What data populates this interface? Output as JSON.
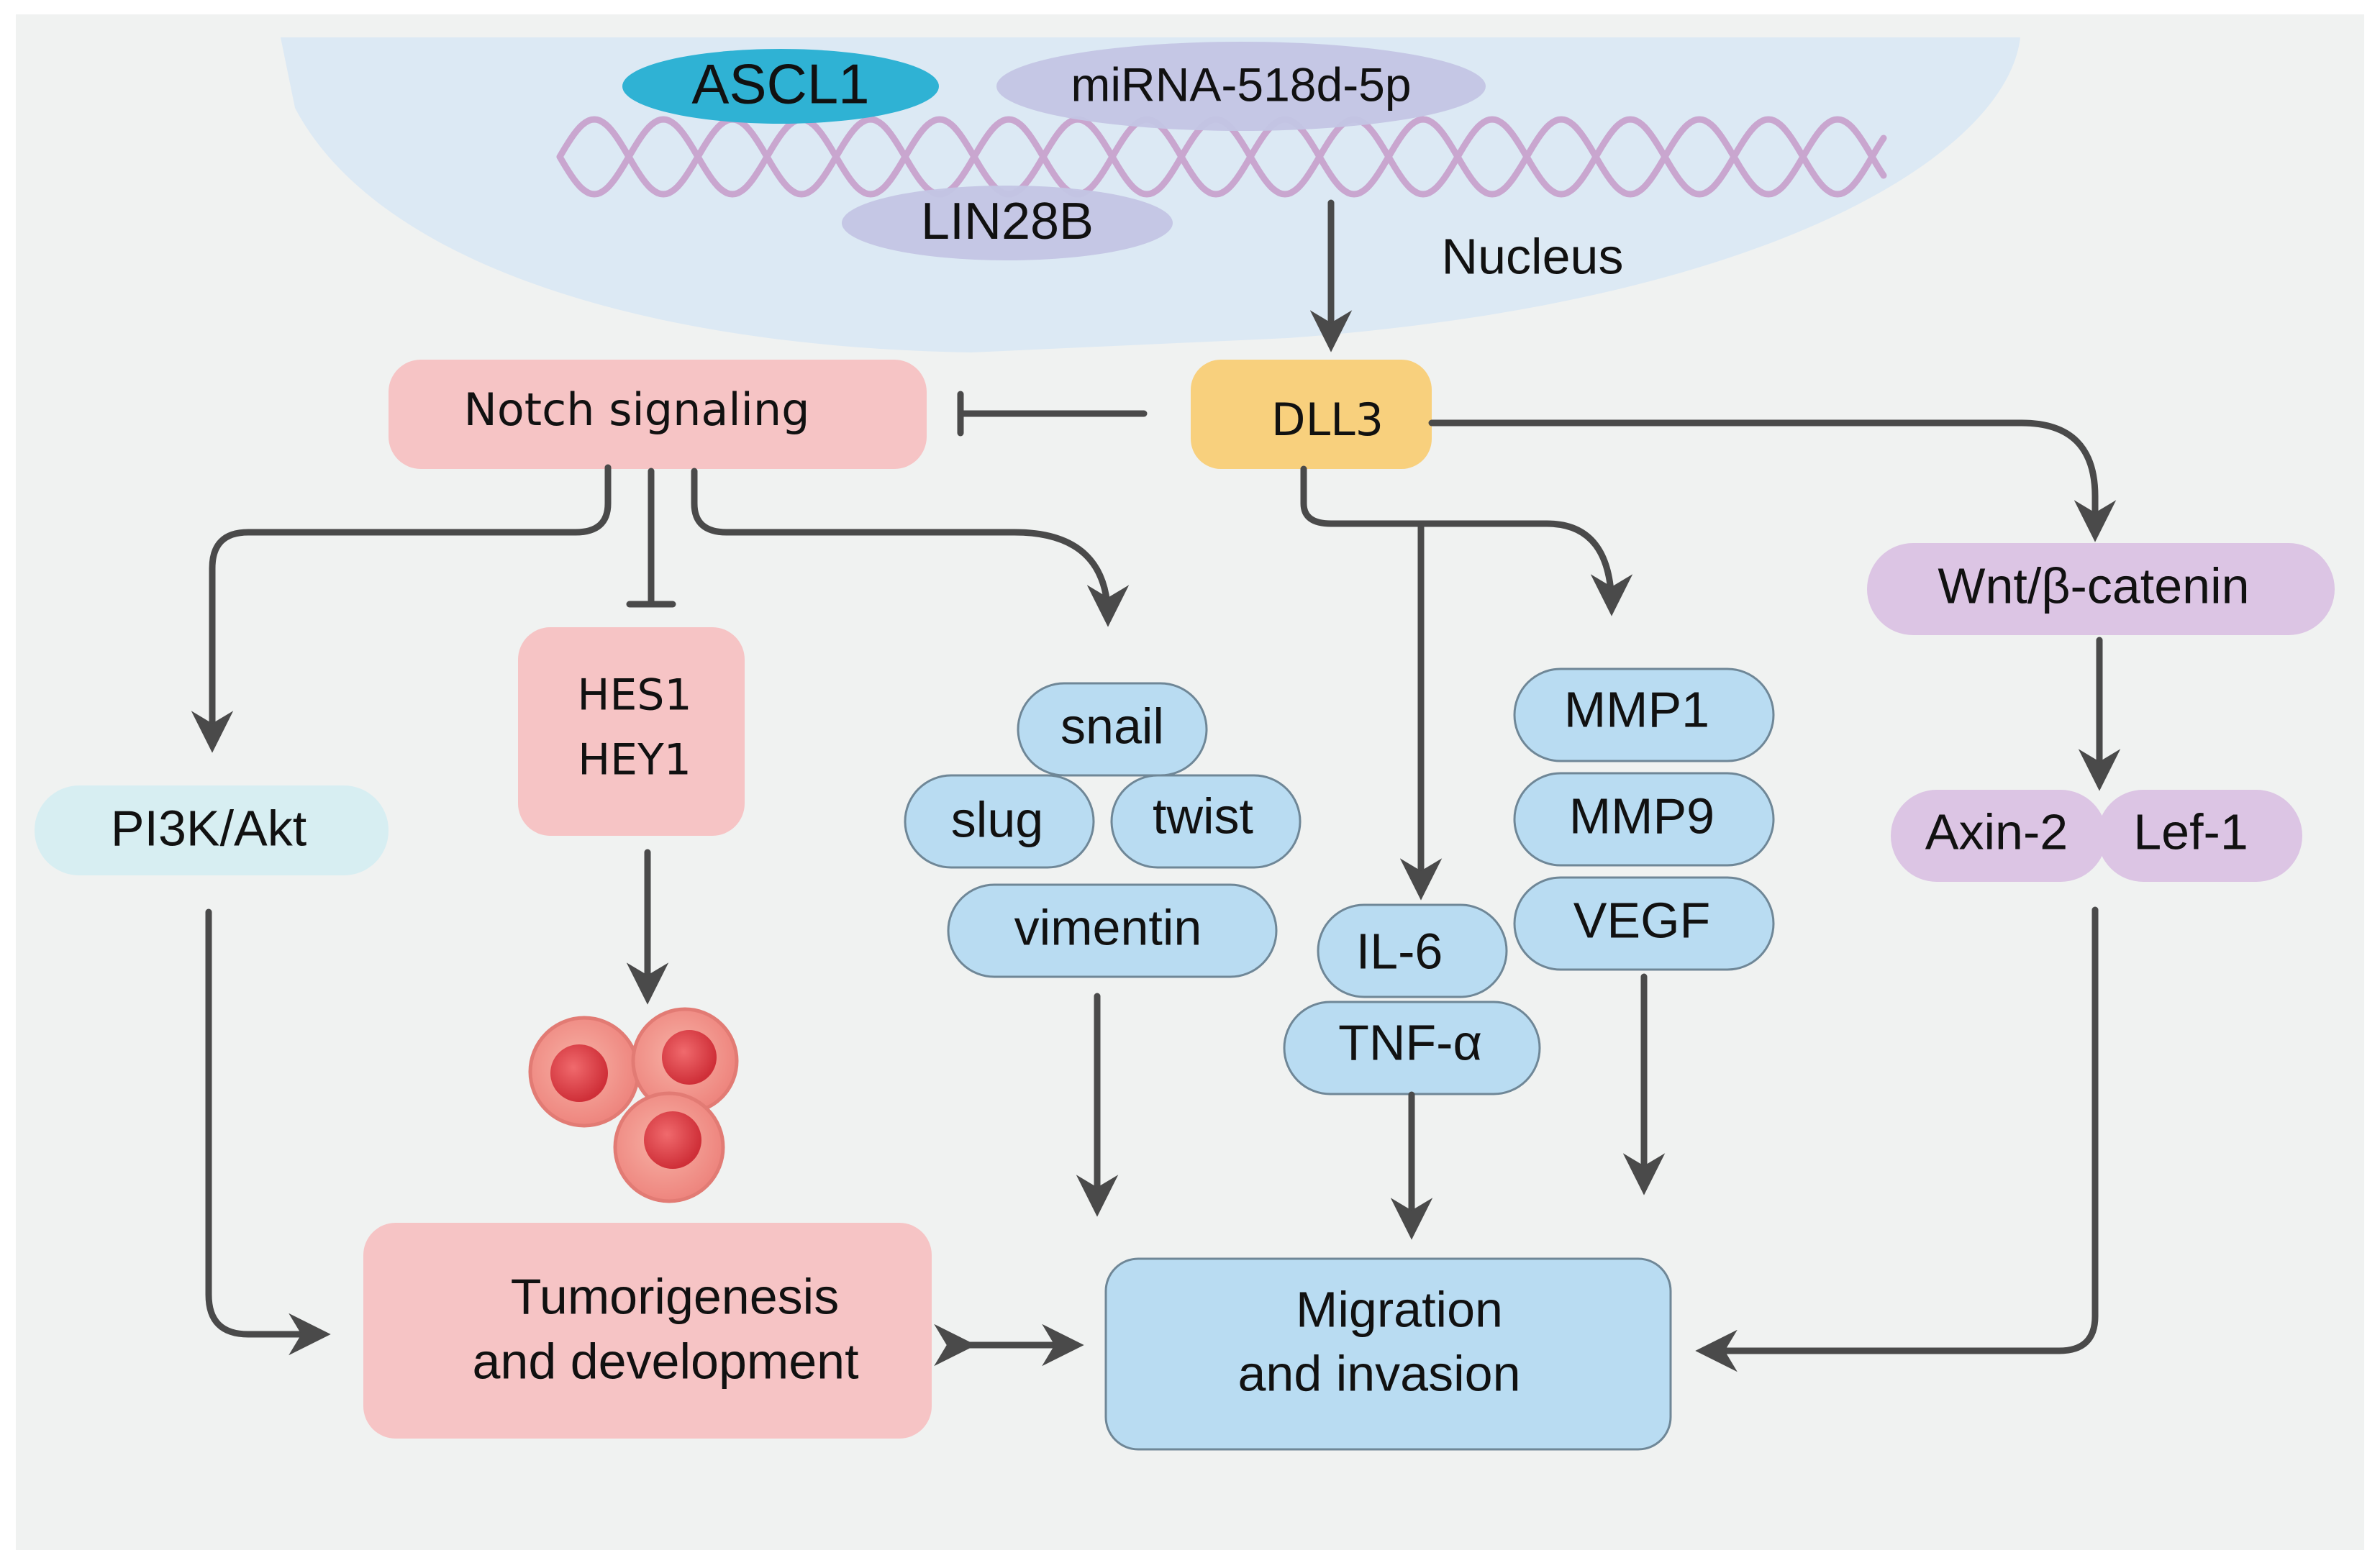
{
  "colors": {
    "background": "#f0f2f1",
    "nucleus": "#dce9f4",
    "dna": "#c9a6cf",
    "ascl1": "#2fb2d4",
    "mirna": "#c3c5e4",
    "lin28b": "#c3c5e4",
    "dll3": "#f8d07d",
    "notch": "#f6c4c5",
    "blue_node": "#b9dcf2",
    "blue_node_stroke": "#6f8797",
    "pi3k": "#d7eef2",
    "purple_node": "#dcc5e4",
    "arrow": "#4a4a4a",
    "cell_outer": "#f08f8a",
    "cell_inner": "#e0474d"
  },
  "nodes": {
    "ascl1": "ASCL1",
    "mirna": "miRNA-518d-5p",
    "lin28b": "LIN28B",
    "nucleus": "Nucleus",
    "dll3": "DLL3",
    "notch": "Notch signaling",
    "pi3k": "PI3K/Akt",
    "hes1": "HES1",
    "hey1": "HEY1",
    "snail": "snail",
    "slug": "slug",
    "twist": "twist",
    "vimentin": "vimentin",
    "il6": "IL-6",
    "tnf": "TNF-α",
    "mmp1": "MMP1",
    "mmp9": "MMP9",
    "vegf": "VEGF",
    "wnt": "Wnt/β-catenin",
    "axin2": "Axin-2",
    "lef1": "Lef-1",
    "tumor_line1": "Tumorigenesis",
    "tumor_line2": "and development",
    "migration_line1": "Migration",
    "migration_line2": "and invasion"
  },
  "cells": {
    "icon": "tumor-cells-icon"
  }
}
